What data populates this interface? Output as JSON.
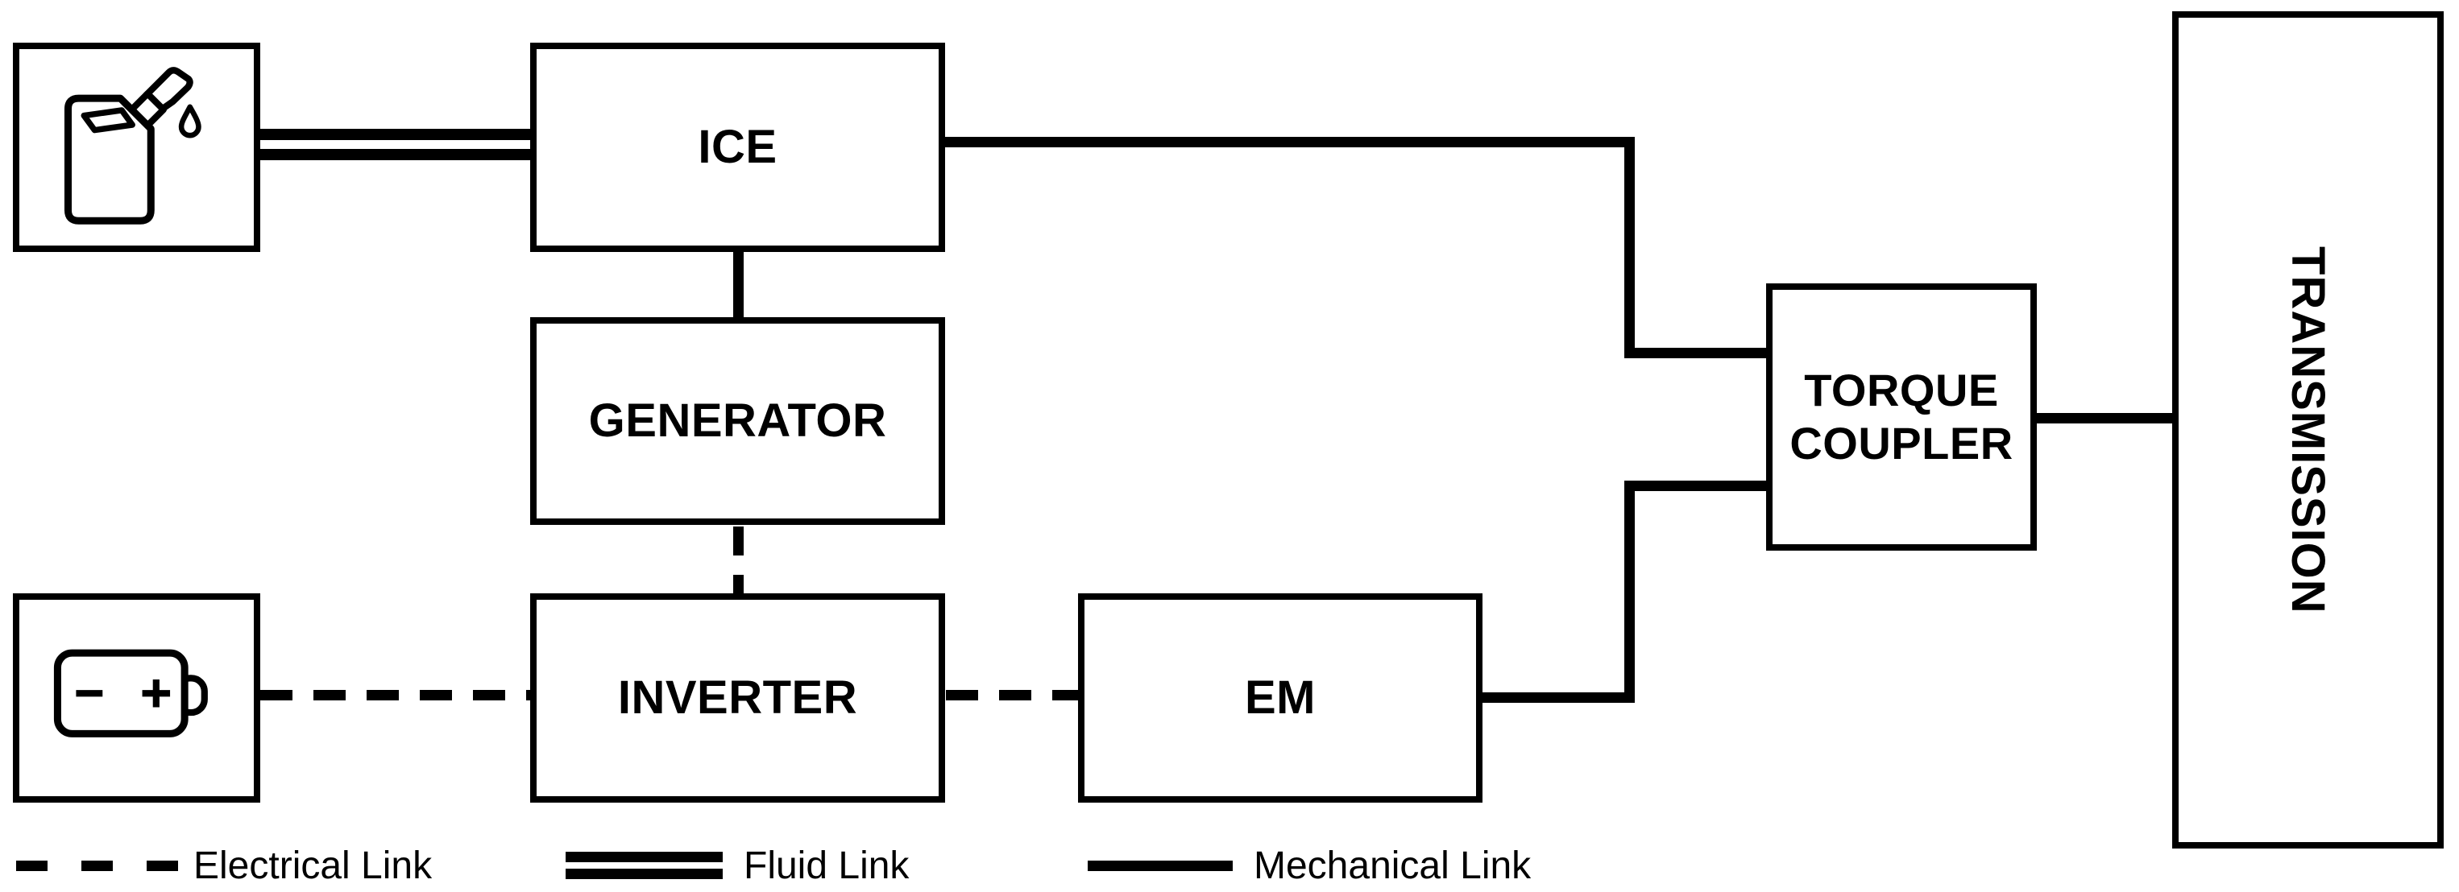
{
  "diagram": {
    "type": "block-diagram",
    "subject": "hybrid-vehicle-powertrain",
    "colors": {
      "background": "#ffffff",
      "line": "#000000"
    },
    "nodes": {
      "fuel_tank": {
        "label": "",
        "icon": "fuel-can-icon"
      },
      "ice": {
        "label": "ICE"
      },
      "generator": {
        "label": "GENERATOR"
      },
      "battery": {
        "label": "",
        "icon": "battery-icon"
      },
      "inverter": {
        "label": "INVERTER"
      },
      "em": {
        "label": "EM"
      },
      "torque_coupler": {
        "label_line1": "TORQUE",
        "label_line2": "COUPLER"
      },
      "transmission": {
        "label": "TRANSMISSION"
      }
    },
    "links": [
      {
        "from": "fuel_tank",
        "to": "ice",
        "type": "fluid"
      },
      {
        "from": "ice",
        "to": "generator",
        "type": "mechanical"
      },
      {
        "from": "generator",
        "to": "inverter",
        "type": "electrical"
      },
      {
        "from": "battery",
        "to": "inverter",
        "type": "electrical"
      },
      {
        "from": "inverter",
        "to": "em",
        "type": "electrical"
      },
      {
        "from": "ice",
        "to": "torque_coupler",
        "type": "mechanical"
      },
      {
        "from": "em",
        "to": "torque_coupler",
        "type": "mechanical"
      },
      {
        "from": "torque_coupler",
        "to": "transmission",
        "type": "mechanical"
      }
    ],
    "legend": {
      "items": [
        {
          "type": "electrical",
          "label": "Electrical Link"
        },
        {
          "type": "fluid",
          "label": "Fluid Link"
        },
        {
          "type": "mechanical",
          "label": "Mechanical Link"
        }
      ]
    }
  }
}
